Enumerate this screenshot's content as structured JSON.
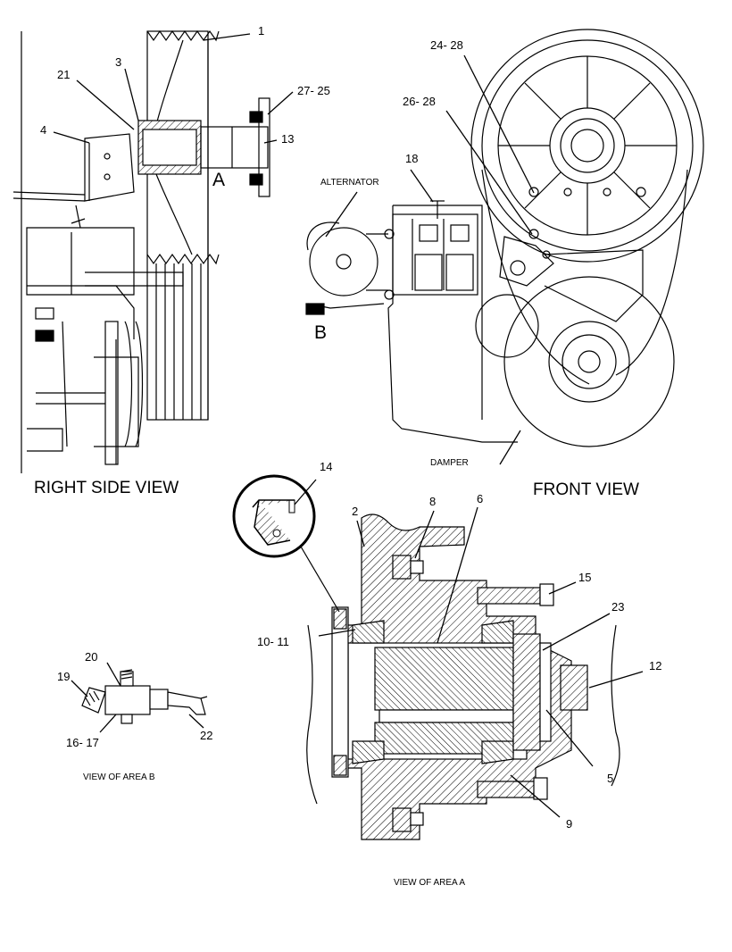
{
  "views": {
    "right_side": "RIGHT SIDE VIEW",
    "front": "FRONT VIEW",
    "area_a": "VIEW OF AREA A",
    "area_b": "VIEW OF AREA B"
  },
  "captions": {
    "alternator": "ALTERNATOR",
    "damper": "DAMPER"
  },
  "area_letters": {
    "a": "A",
    "b": "B"
  },
  "callouts": {
    "c1": "1",
    "c3": "3",
    "c21": "21",
    "c4": "4",
    "c27_25": "27- 25",
    "c13": "13",
    "c24_28": "24- 28",
    "c26_28": "26- 28",
    "c18": "18",
    "c14": "14",
    "c2": "2",
    "c8": "8",
    "c6": "6",
    "c15": "15",
    "c23": "23",
    "c10_11": "10- 11",
    "c12": "12",
    "c5": "5",
    "c9": "9",
    "c20": "20",
    "c19": "19",
    "c16_17": "16- 17",
    "c22": "22"
  }
}
